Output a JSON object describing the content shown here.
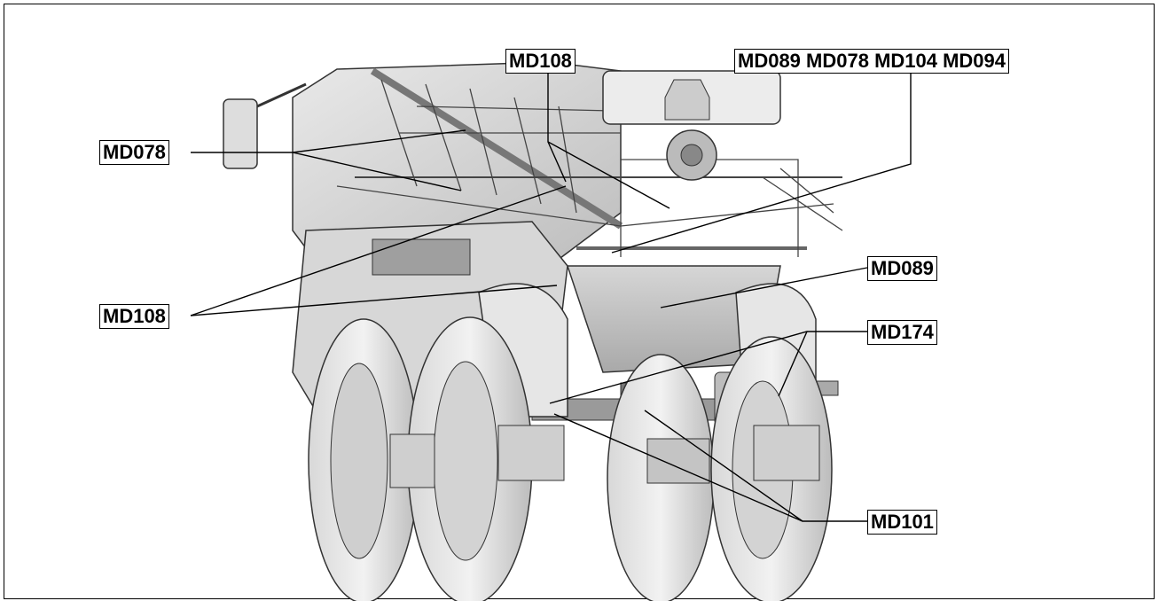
{
  "callouts": {
    "md078_left": "MD078",
    "md108_top": "MD108",
    "md_group_top": "MD089 MD078 MD104 MD094",
    "md108_left": "MD108",
    "md089_right": "MD089",
    "md174_right": "MD174",
    "md101_right": "MD101"
  }
}
